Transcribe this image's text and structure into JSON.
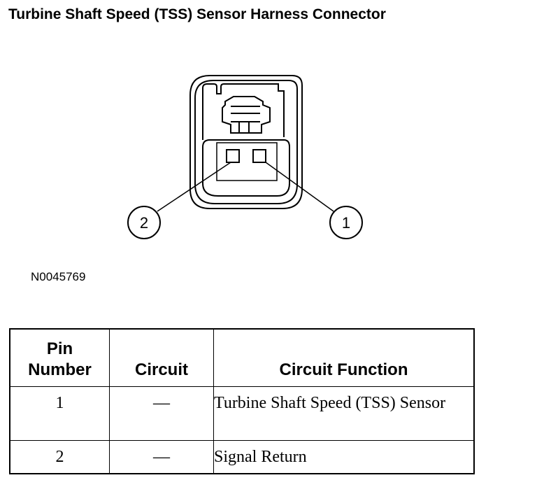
{
  "title": "Turbine Shaft Speed (TSS) Sensor Harness Connector",
  "figure_id": "N0045769",
  "diagram": {
    "pin_callouts": [
      {
        "label": "2"
      },
      {
        "label": "1"
      }
    ]
  },
  "table": {
    "headers": {
      "pin_line1": "Pin",
      "pin_line2": "Number",
      "circuit": "Circuit",
      "function": "Circuit Function"
    },
    "rows": [
      {
        "pin": "1",
        "circuit": "—",
        "function": "Turbine Shaft Speed (TSS) Sensor"
      },
      {
        "pin": "2",
        "circuit": "—",
        "function": "Signal Return"
      }
    ]
  }
}
